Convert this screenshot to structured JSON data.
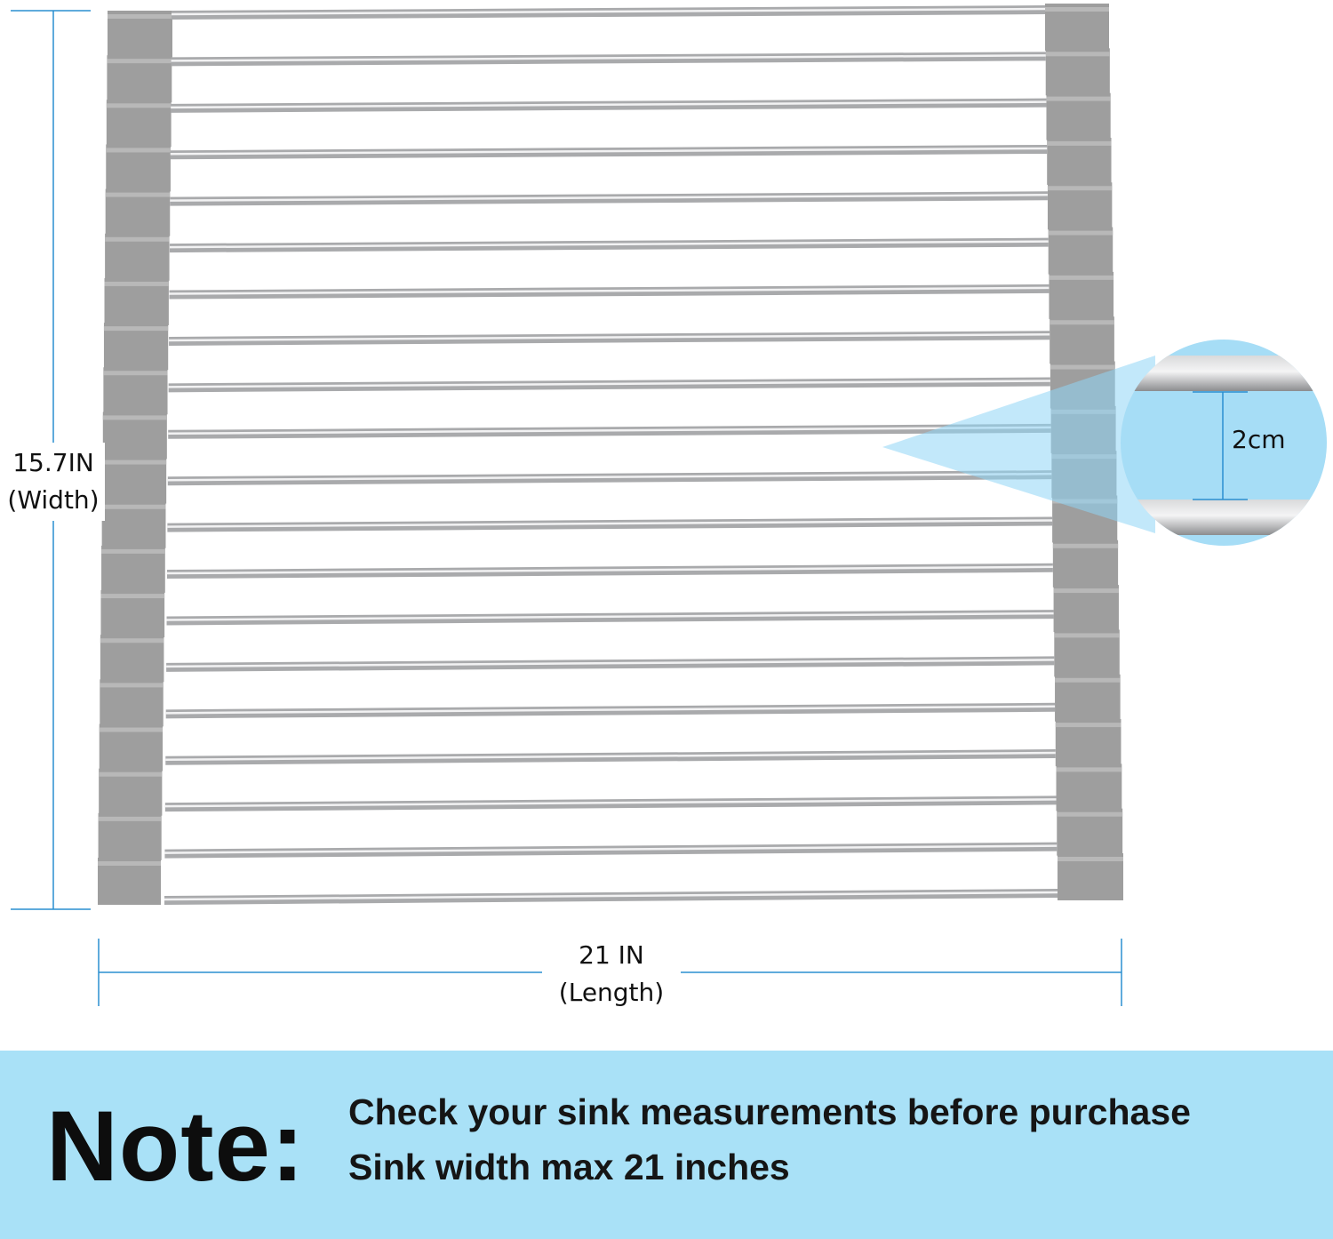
{
  "dimensions": {
    "width_value": "15.7IN",
    "width_caption": "(Width)",
    "length_value": "21 IN",
    "length_caption": "(Length)",
    "rod_spacing": "2cm"
  },
  "note": {
    "title": "Note:",
    "lines": [
      "Check your sink measurements before purchase",
      "Sink width max  21 inches"
    ]
  },
  "product": {
    "rod_count": 20,
    "rod_color": "#a9aaac",
    "holder_color": "#9e9e9e",
    "dimension_line_color": "#2a8fd0",
    "zoom_color": "#8fd5f5",
    "banner_color": "#a9e1f7"
  }
}
